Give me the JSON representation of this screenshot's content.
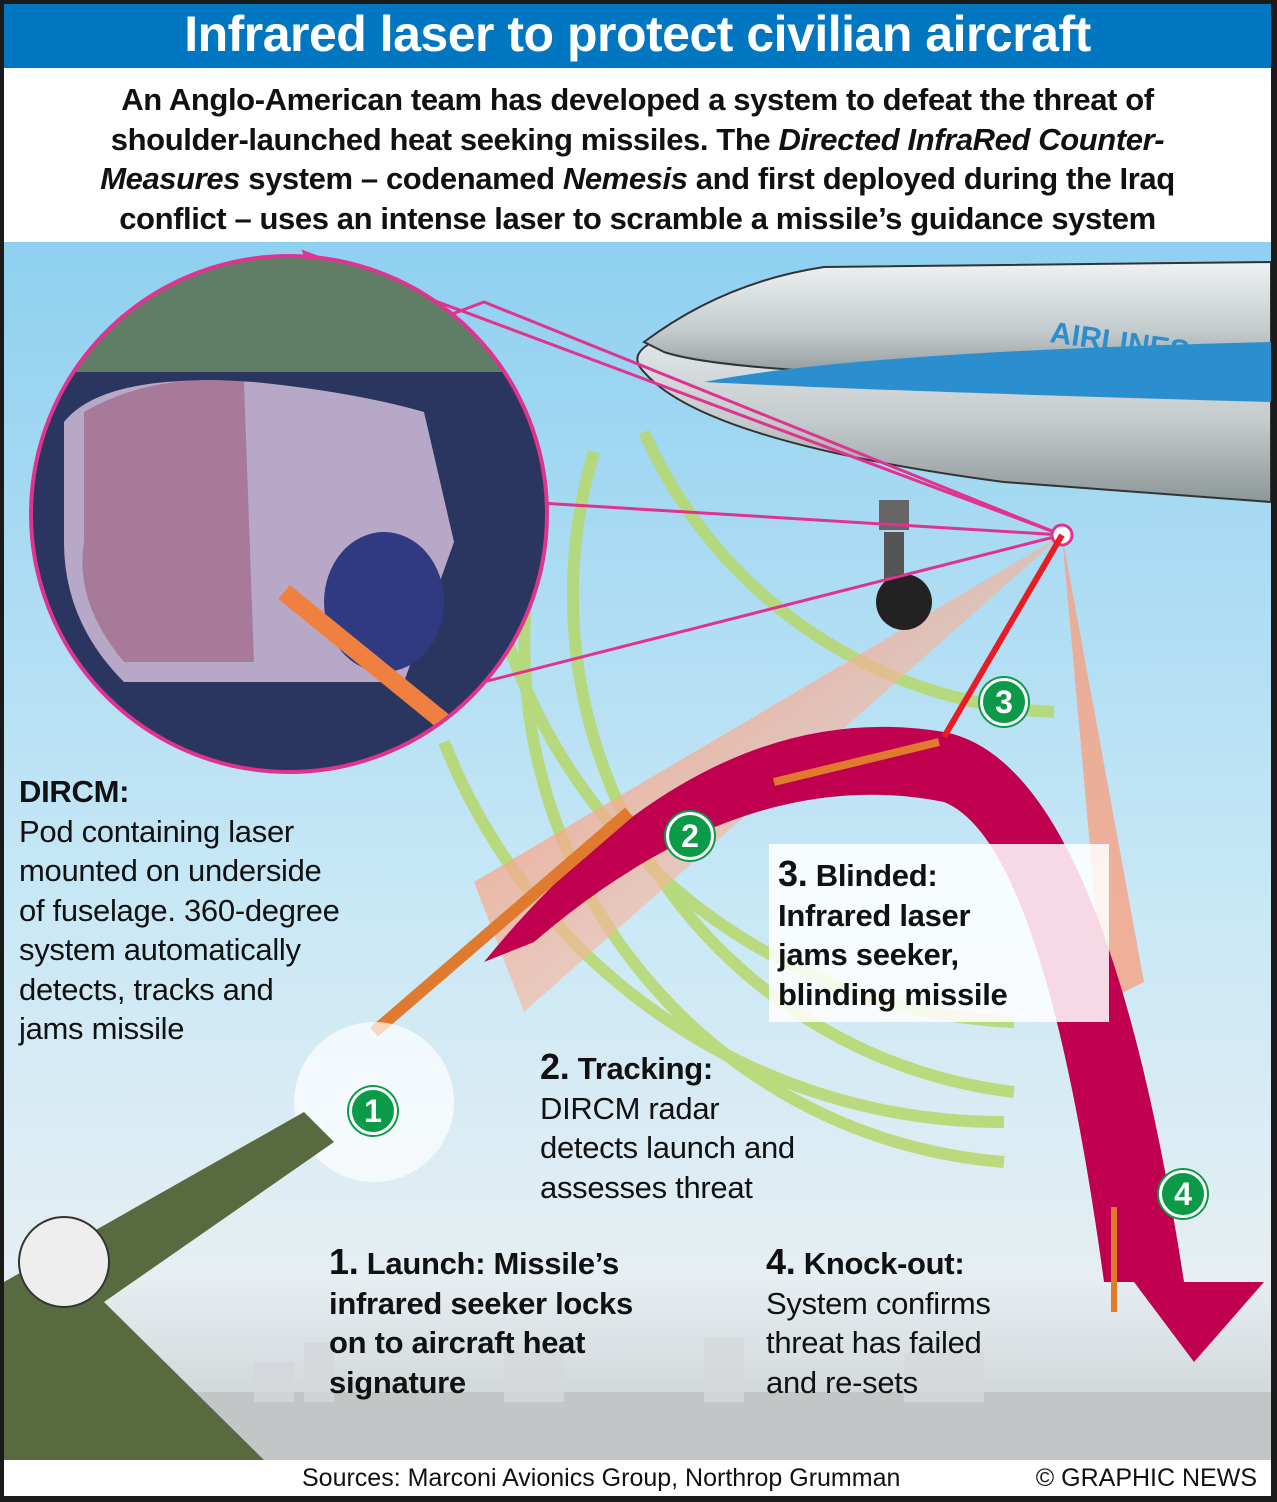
{
  "title": "Infrared laser to protect civilian aircraft",
  "intro": {
    "l1": "An Anglo-American team has developed a system to defeat the threat of",
    "l2a": "shoulder-launched heat seeking missiles. The ",
    "l2b": "Directed InfraRed Counter-",
    "l3a": "Measures",
    "l3b": " system – codenamed ",
    "l3c": "Nemesis",
    "l3d": " and first deployed during the Iraq",
    "l4": "conflict – uses an intense laser to scramble a missile’s guidance system"
  },
  "aircraft_livery": "AIRLINES",
  "dircm": {
    "heading": "DIRCM:",
    "lines": [
      "Pod containing laser",
      "mounted on underside",
      "of fuselage. 360-degree",
      "system automatically",
      "detects, tracks and",
      "jams missile"
    ]
  },
  "steps": [
    {
      "badge": "1",
      "num": "1.",
      "title": "Launch: Missile’s",
      "lines": [
        "infrared seeker locks",
        "on to aircraft heat",
        "signature"
      ]
    },
    {
      "badge": "2",
      "num": "2.",
      "title": "Tracking:",
      "lines": [
        "DIRCM radar",
        "detects launch and",
        "assesses threat"
      ]
    },
    {
      "badge": "3",
      "num": "3.",
      "title": "Blinded:",
      "lines": [
        "Infrared laser",
        "jams seeker,",
        "blinding missile"
      ]
    },
    {
      "badge": "4",
      "num": "4.",
      "title": "Knock-out:",
      "lines": [
        "System confirms",
        "threat has failed",
        "and re-sets"
      ]
    }
  ],
  "footer": {
    "sources": "Sources: Marconi Avionics Group, Northrop Grumman",
    "credit": "© GRAPHIC NEWS"
  },
  "colors": {
    "title_bar": "#0077c0",
    "badge": "#0a9a48",
    "trajectory": "#c0004f",
    "inset_border": "#e0338f"
  }
}
